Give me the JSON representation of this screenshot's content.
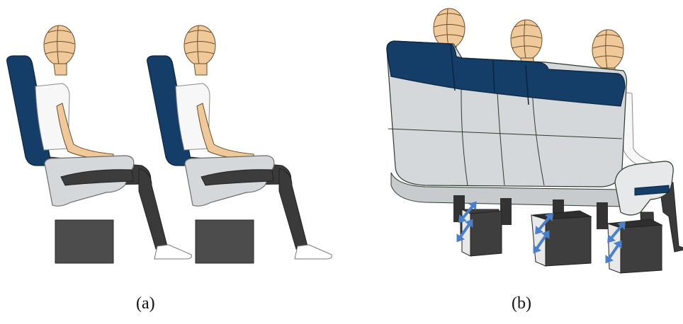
{
  "captions": {
    "a": "(a)",
    "b": "(b)"
  },
  "colors": {
    "seat_blue": "#143e67",
    "seat_grey": "#d5d8da",
    "armrest": "#e6e8ea",
    "skin": "#efc99a",
    "shirt": "#f7f7f7",
    "trousers": "#3a3a3a",
    "box": "#4c4c4c",
    "arrow": "#4a80c8",
    "outline": "#2d3b2d"
  },
  "icons": {
    "seat": "aircraft-seat",
    "mannequin": "crash-test-dummy",
    "box": "underseat-baggage",
    "arrow": "double-headed-arrow"
  }
}
